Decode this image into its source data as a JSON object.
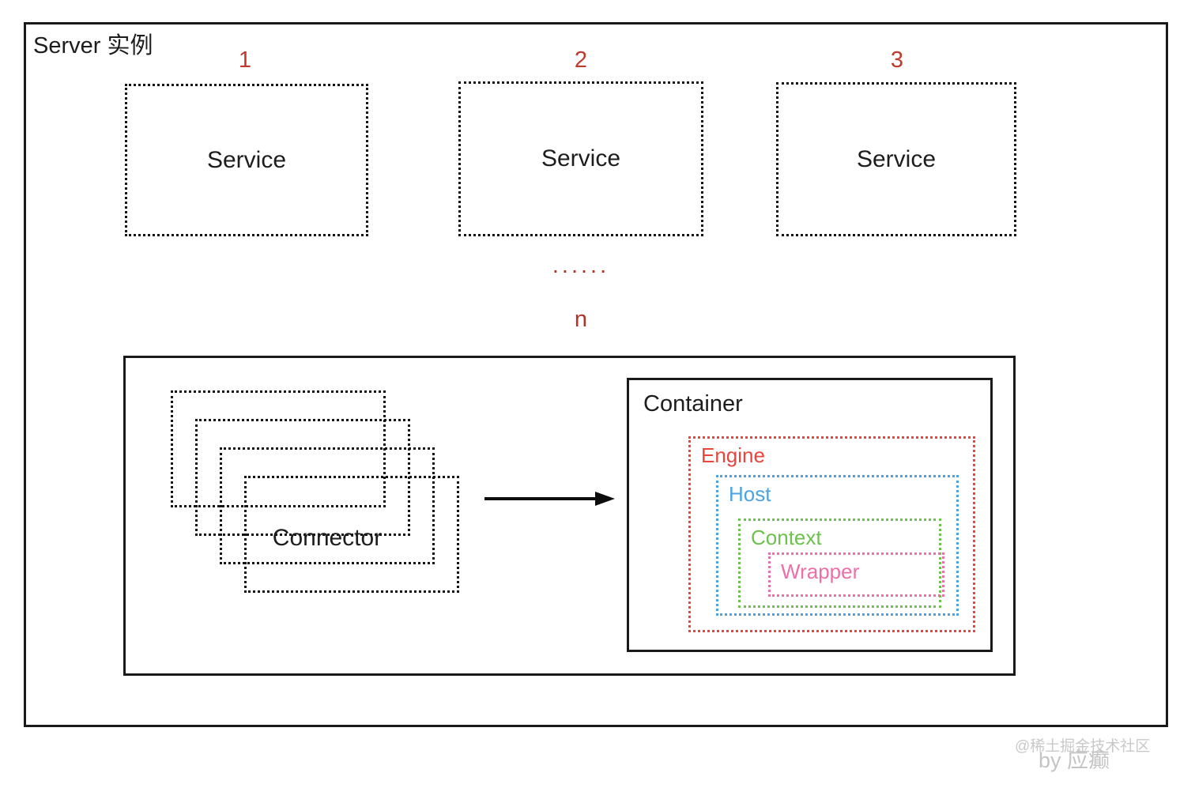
{
  "diagram": {
    "outer_frame": {
      "title": "Server 实例",
      "border_color": "#1a1a1a"
    },
    "service_instances": [
      {
        "index_label": "1",
        "box_label": "Service"
      },
      {
        "index_label": "2",
        "box_label": "Service"
      },
      {
        "index_label": "3",
        "box_label": "Service"
      }
    ],
    "ellipsis": "......",
    "nth_index_label": "n",
    "accent_color": "#c0392b",
    "connector": {
      "label": "Connector",
      "stack_count": 4,
      "border_color": "#131313"
    },
    "arrow": {
      "name": "arrow-right",
      "color": "#0d0d0d"
    },
    "container": {
      "title": "Container",
      "border_color": "#1a1a1a",
      "nested": [
        {
          "label": "Engine",
          "color": "#e8453c"
        },
        {
          "label": "Host",
          "color": "#4ba3e3"
        },
        {
          "label": "Context",
          "color": "#6cc24a"
        },
        {
          "label": "Wrapper",
          "color": "#ee6fa8"
        }
      ]
    }
  },
  "watermark": {
    "line1": "@稀土掘金技术社区",
    "line2": "by 应癫"
  }
}
